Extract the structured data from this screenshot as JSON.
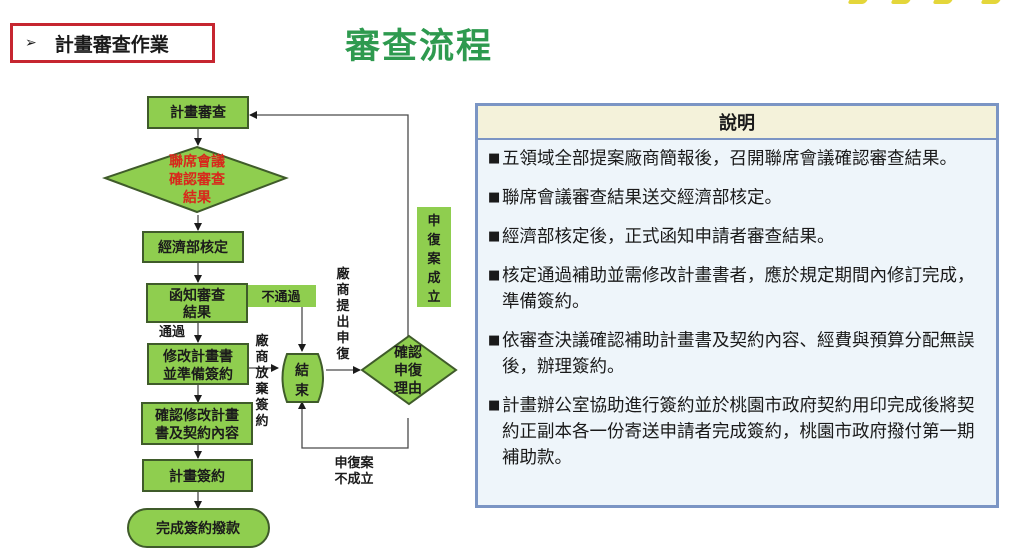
{
  "header": {
    "section_label": "計畫審查作業",
    "section_arrow_icon": "➢",
    "title": "審查流程"
  },
  "colors": {
    "node_fill": "#8fce4f",
    "node_border": "#3f5b2a",
    "title_green": "#2e9a4f",
    "tag_border": "#c62630",
    "panel_border": "#7b95c4",
    "panel_header_bg": "#f4f2da",
    "panel_body_bg": "#eef5fa",
    "red_text": "#d8281c"
  },
  "flowchart": {
    "nodes": {
      "plan_review": "計畫審查",
      "joint_meeting": [
        "聯席會議",
        "確認審查",
        "結果"
      ],
      "moea_approval": "經濟部核定",
      "notify_result": [
        "函知審查",
        "結果"
      ],
      "revise_plan": [
        "修改計畫書",
        "並準備簽約"
      ],
      "confirm_revision": [
        "確認修改計畫",
        "書及契約內容"
      ],
      "plan_signing": "計畫簽約",
      "complete_payment": "完成簽約撥款",
      "end": [
        "結",
        "束"
      ],
      "confirm_appeal": [
        "確認",
        "申復",
        "理由"
      ]
    },
    "labels": {
      "not_passed": "不通過",
      "passed": "通過",
      "vendor_abandon": [
        "廠",
        "商",
        "放",
        "棄",
        "簽",
        "約"
      ],
      "vendor_appeal": [
        "廠",
        "商",
        "提",
        "出",
        "申",
        "復"
      ],
      "appeal_valid": [
        "申",
        "復",
        "案",
        "成",
        "立"
      ],
      "appeal_invalid": [
        "申復案",
        "不成立"
      ]
    }
  },
  "panel": {
    "title": "說明",
    "bullet_icon": "■",
    "items": [
      "五領域全部提案廠商簡報後，召開聯席會議確認審查結果。",
      "聯席會議審查結果送交經濟部核定。",
      "經濟部核定後，正式函知申請者審查結果。",
      "核定通過補助並需修改計畫書者，應於規定期間內修訂完成，準備簽約。",
      "依審查決議確認補助計畫書及契約內容、經費與預算分配無誤後，辦理簽約。",
      "計畫辦公室協助進行簽約並於桃園市政府契約用印完成後將契約正副本各一份寄送申請者完成簽約，桃園市政府撥付第一期補助款。"
    ]
  }
}
